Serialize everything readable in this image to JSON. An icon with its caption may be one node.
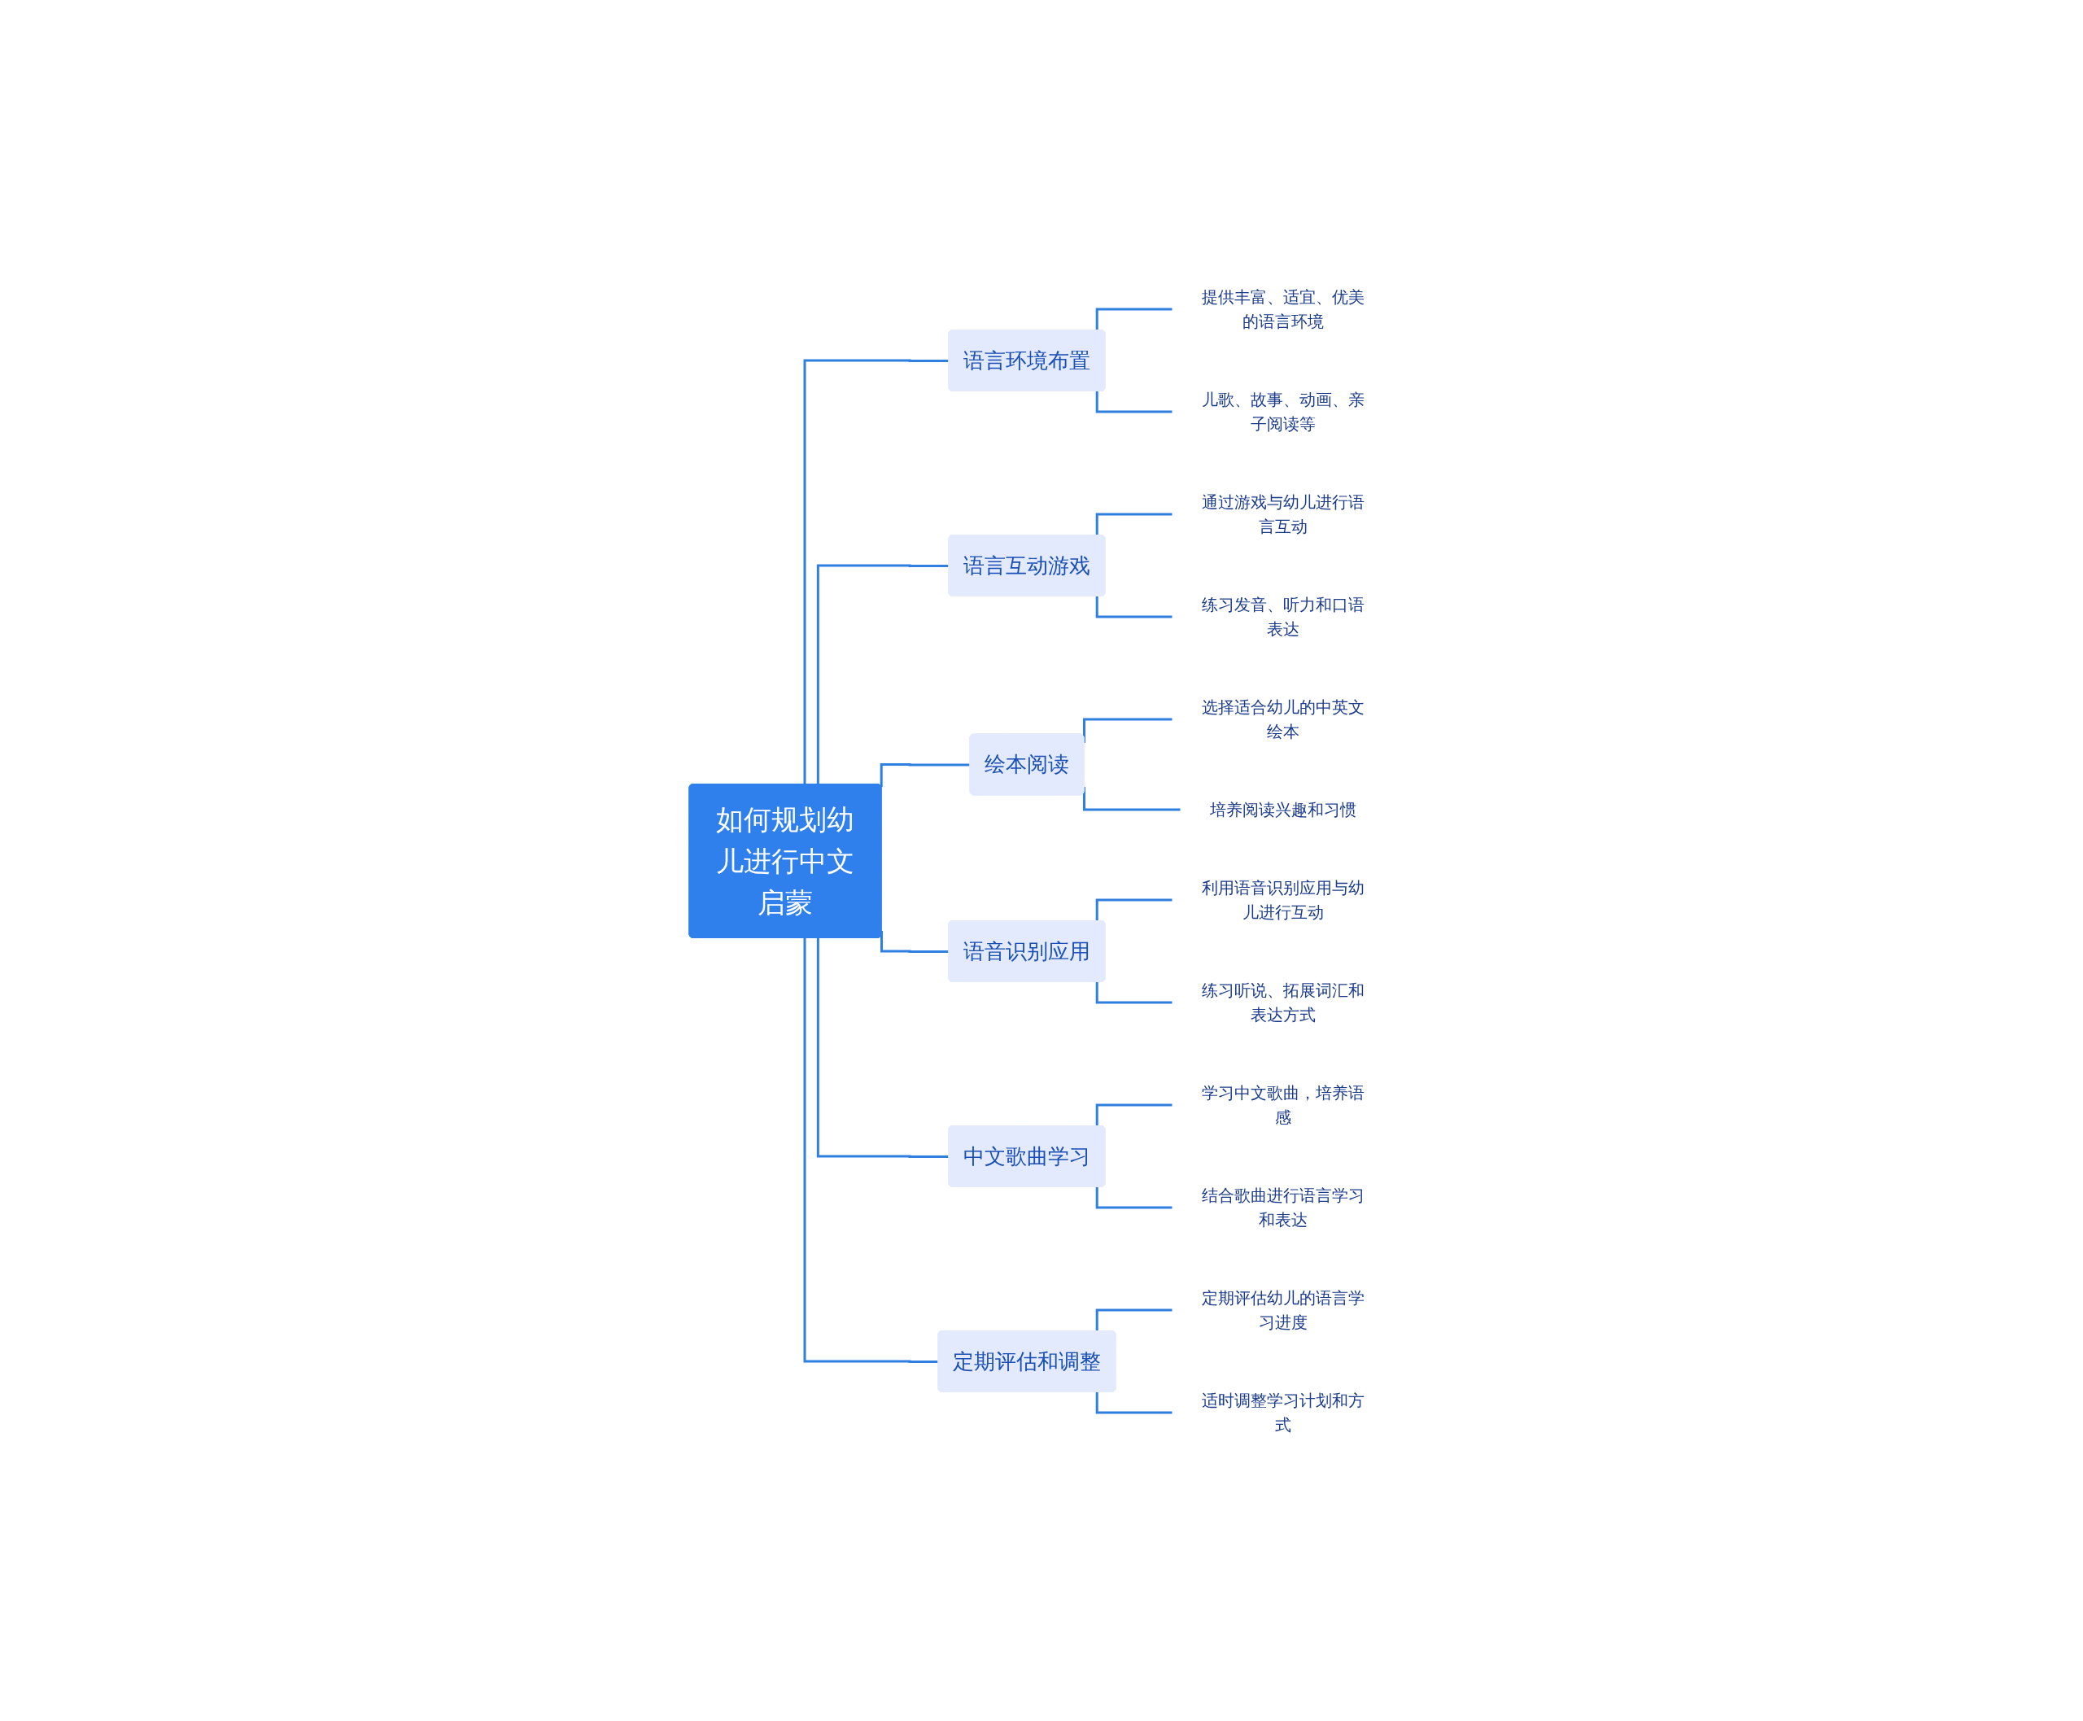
{
  "diagram": {
    "nodes": [
      {
        "text": [
          "如何规划幼儿进行中文启蒙"
        ]
      },
      {
        "text": [
          "语言环境布置"
        ]
      },
      {
        "text": [
          "提供丰富、适宜、优美的语言环境"
        ]
      },
      {
        "text": [
          "儿歌、故事、动画、亲子阅读等"
        ]
      },
      {
        "text": [
          "语言互动游戏"
        ]
      },
      {
        "text": [
          "通过游戏与幼儿进行语言互动"
        ]
      },
      {
        "text": [
          "练习发音、听力和口语表达"
        ]
      },
      {
        "text": [
          "绘本阅读"
        ]
      },
      {
        "text": [
          "选择适合幼儿的中英文绘本"
        ]
      },
      {
        "text": [
          "培养阅读兴趣和习惯"
        ]
      },
      {
        "text": [
          "语音识别应用"
        ]
      },
      {
        "text": [
          "利用语音识别应用与幼儿进行互动"
        ]
      },
      {
        "text": [
          "练习听说、拓展词汇和表达方式"
        ]
      },
      {
        "text": [
          "中文歌曲学习"
        ]
      },
      {
        "text": [
          "学习中文歌曲，培养语感"
        ]
      },
      {
        "text": [
          "结合歌曲进行语言学习和表达"
        ]
      },
      {
        "text": [
          "定期评估和调整"
        ]
      },
      {
        "text": [
          "定期评估幼儿的语言学习进度"
        ]
      },
      {
        "text": [
          "适时调整学习计划和方式"
        ]
      }
    ],
    "edges": [
      {
        "from": 0,
        "to": 1,
        "arrow": "none"
      },
      {
        "from": 1,
        "to": 2,
        "arrow": "none"
      },
      {
        "from": 1,
        "to": 3,
        "arrow": "none"
      },
      {
        "from": 0,
        "to": 4,
        "arrow": "none"
      },
      {
        "from": 4,
        "to": 5,
        "arrow": "none"
      },
      {
        "from": 4,
        "to": 6,
        "arrow": "none"
      },
      {
        "from": 0,
        "to": 7,
        "arrow": "none"
      },
      {
        "from": 7,
        "to": 8,
        "arrow": "none"
      },
      {
        "from": 7,
        "to": 9,
        "arrow": "none"
      },
      {
        "from": 0,
        "to": 10,
        "arrow": "none"
      },
      {
        "from": 10,
        "to": 11,
        "arrow": "none"
      },
      {
        "from": 10,
        "to": 12,
        "arrow": "none"
      },
      {
        "from": 0,
        "to": 13,
        "arrow": "none"
      },
      {
        "from": 13,
        "to": 14,
        "arrow": "none"
      },
      {
        "from": 13,
        "to": 15,
        "arrow": "none"
      },
      {
        "from": 0,
        "to": 16,
        "arrow": "none"
      },
      {
        "from": 16,
        "to": 17,
        "arrow": "none"
      },
      {
        "from": 16,
        "to": 18,
        "arrow": "none"
      }
    ]
  }
}
